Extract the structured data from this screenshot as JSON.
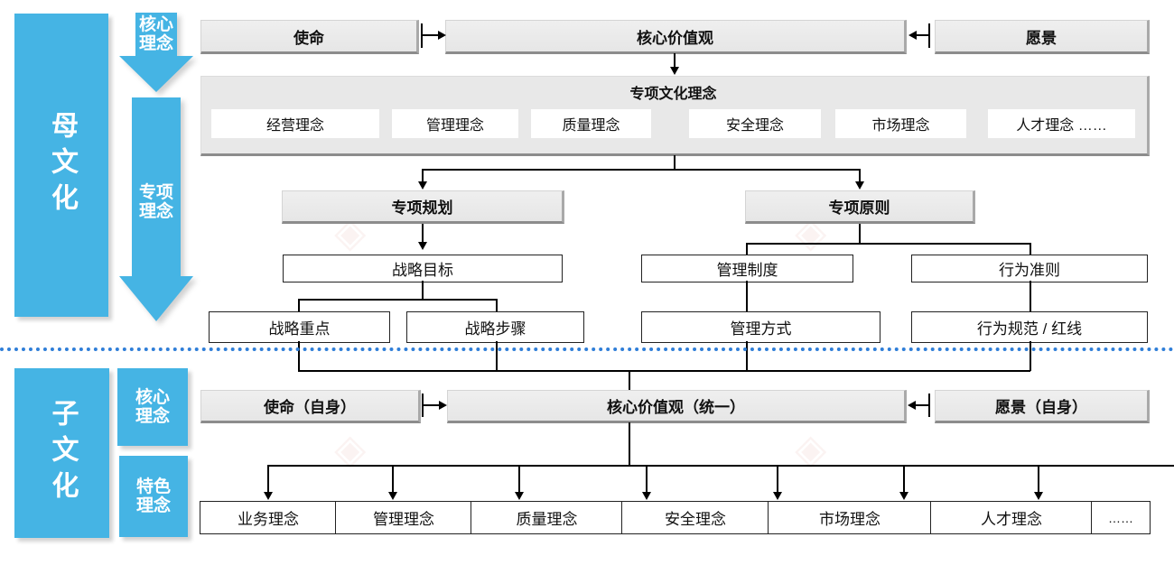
{
  "divider": {
    "color": "#2f7ed8"
  },
  "accent": "#45b4e4",
  "parent": {
    "band_label": "母文化",
    "arrow_core": "核心\n理念",
    "arrow_core_l1": "核心",
    "arrow_core_l2": "理念",
    "arrow_special_l1": "专项",
    "arrow_special_l2": "理念",
    "mission": "使命",
    "core_values": "核心价值观",
    "vision": "愿景",
    "culture_panel_title": "专项文化理念",
    "culture_chips": [
      "经营理念",
      "管理理念",
      "质量理念",
      "安全理念",
      "市场理念",
      "人才理念 ……"
    ],
    "special_plan": "专项规划",
    "special_principle": "专项原则",
    "strategy_goal": "战略目标",
    "strategy_focus": "战略重点",
    "strategy_steps": "战略步骤",
    "mgmt_system": "管理制度",
    "mgmt_method": "管理方式",
    "behavior_guideline": "行为准则",
    "behavior_norm": "行为规范 / 红线"
  },
  "child": {
    "band_label": "子文化",
    "tag_core_l1": "核心",
    "tag_core_l2": "理念",
    "tag_feature_l1": "特色",
    "tag_feature_l2": "理念",
    "mission": "使命（自身）",
    "core_values": "核心价值观（统一）",
    "vision": "愿景（自身）",
    "concepts": [
      "业务理念",
      "管理理念",
      "质量理念",
      "安全理念",
      "市场理念",
      "人才理念",
      "……"
    ]
  }
}
